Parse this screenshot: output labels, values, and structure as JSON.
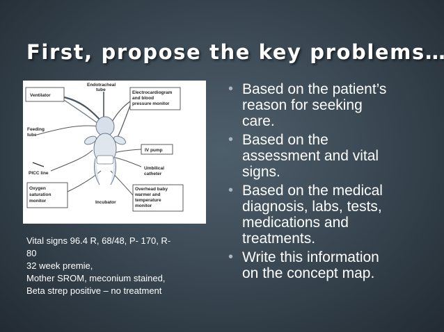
{
  "title": "First, propose the key problems…",
  "figure": {
    "labels": {
      "ventilator": "Ventilator",
      "endotracheal_1": "Endotracheal",
      "endotracheal_2": "tube",
      "ecg_1": "Electrocardiogram",
      "ecg_2": "and blood",
      "ecg_3": "pressure monitor",
      "feeding_1": "Feeding",
      "feeding_2": "tube",
      "iv_pump": "IV pump",
      "umbilical_1": "Umbilical",
      "umbilical_2": "catheter",
      "picc": "PICC line",
      "oxygen_1": "Oxygen",
      "oxygen_2": "saturation",
      "oxygen_3": "monitor",
      "incubator": "Incubator",
      "overhead_1": "Overhead baby",
      "overhead_2": "warmer and",
      "overhead_3": "temperature",
      "overhead_4": "monitor"
    }
  },
  "vitals": {
    "line1": "Vital signs 96.4 R, 68/48,  P- 170, R-",
    "line2": "80",
    "line3": "32 week premie,",
    "line4": "Mother SROM, meconium stained,",
    "line5": "Beta strep positive – no treatment"
  },
  "bullets": [
    {
      "bullet": "•",
      "lines": [
        "Based on the patient’s",
        "reason for seeking",
        "care."
      ]
    },
    {
      "bullet": "•",
      "lines": [
        "Based on the",
        "assessment and vital",
        "signs."
      ]
    },
    {
      "bullet": "•",
      "lines": [
        "Based on the medical",
        "diagnosis, labs, tests,",
        "medications and",
        "treatments."
      ]
    },
    {
      "bullet": "•",
      "lines": [
        "Write this information",
        "on the concept map."
      ]
    }
  ]
}
